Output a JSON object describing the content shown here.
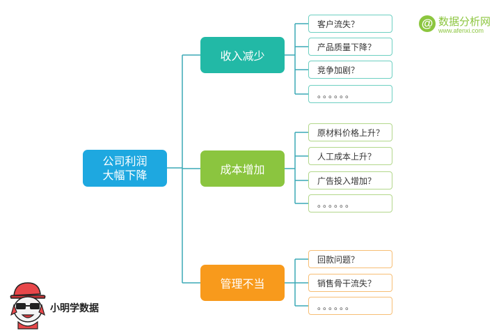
{
  "root": {
    "line1": "公司利润",
    "line2": "大幅下降",
    "color": "#1ea8e0"
  },
  "branches": [
    {
      "label": "收入减少",
      "color": "#22b9a6",
      "border": "#6ccfc1",
      "leaves": [
        "客户流失？",
        "产品质量下降？",
        "竞争加剧？",
        "。。。。。。"
      ]
    },
    {
      "label": "成本增加",
      "color": "#8bc53f",
      "border": "#b2d78a",
      "leaves": [
        "原材料价格上升？",
        "人工成本上升？",
        "广告投入增加？",
        "。。。。。。"
      ]
    },
    {
      "label": "管理不当",
      "color": "#f89a1c",
      "border": "#f7be74",
      "leaves": [
        "回款问题？",
        "销售骨干流失？",
        "。。。。。。"
      ]
    }
  ],
  "brand": {
    "name": "数据分析网",
    "url": "www.afenxi.com",
    "icon": "@"
  },
  "mascot": {
    "text": "小明学数据",
    "icon": "cartoon-boy-with-cap-and-glasses-icon"
  },
  "connector_color": "#3aa9b6"
}
